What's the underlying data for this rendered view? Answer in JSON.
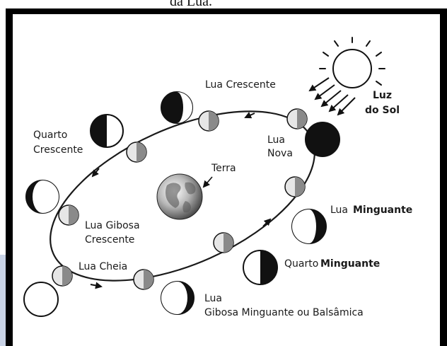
{
  "caption": "da Lua.",
  "labels": {
    "lua_crescente": "Lua Crescente",
    "luz_line1": "Luz",
    "luz_line2": "do Sol",
    "quarto_crescente_1": "Quarto",
    "quarto_crescente_2": "Crescente",
    "terra": "Terra",
    "lua_nova_1": "Lua",
    "lua_nova_2": "Nova",
    "lua_minguante_1": "Lua",
    "lua_minguante_2": "Minguante",
    "gibosa_crescente_1": "Lua Gibosa",
    "gibosa_crescente_2": "Crescente",
    "lua_cheia": "Lua Cheia",
    "quarto_minguante_1": "Quarto",
    "quarto_minguante_2": "Minguante",
    "gibosa_minguante_1": "Lua",
    "gibosa_minguante_2": "Gibosa Minguante ou Balsâmica"
  },
  "colors": {
    "frame": "#000000",
    "ink": "#1a1a1a",
    "orbit_moon_fill": "#e6e6e6",
    "orbit_moon_shade": "#8a8a8a",
    "left_edge_blue": "#c9d3e6"
  }
}
